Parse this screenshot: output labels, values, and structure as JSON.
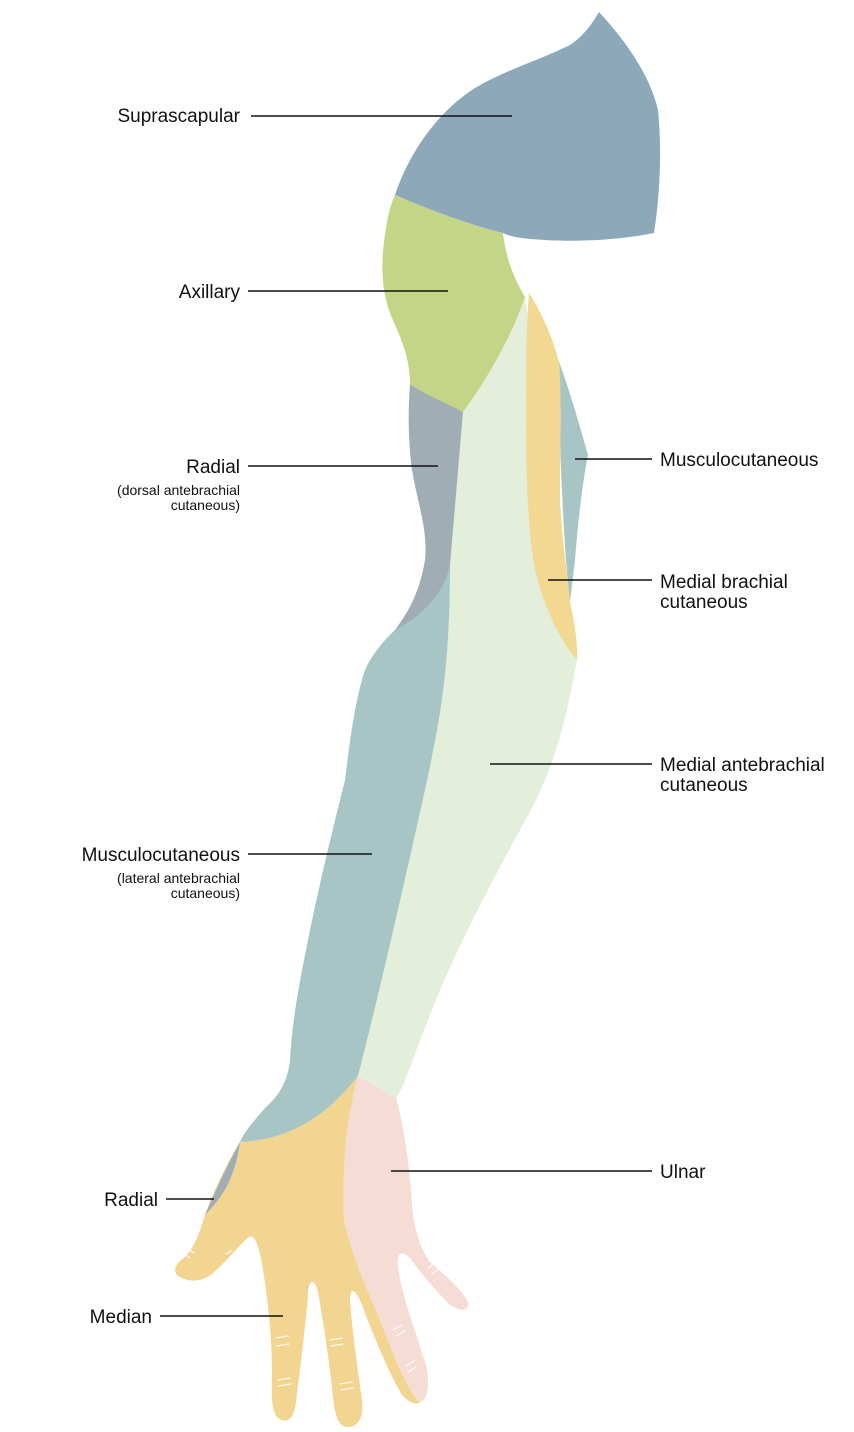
{
  "colors": {
    "suprascapular": "#8DA9B9",
    "axillary": "#C5D588",
    "radial": "#A1ADB4",
    "musculocutaneous": "#A8C5C6",
    "medial_brachial": "#F3D892",
    "medial_antebrachial": "#E3EEDB",
    "median": "#F3D592",
    "ulnar": "#F5DDD5",
    "leader": "#111111"
  },
  "labels": {
    "suprascapular": {
      "title": "Suprascapular"
    },
    "axillary": {
      "title": "Axillary"
    },
    "radial_upper": {
      "title": "Radial",
      "sub1": "(dorsal antebrachial",
      "sub2": "cutaneous)"
    },
    "musculocutaneous_upper": {
      "title": "Musculocutaneous"
    },
    "medial_brachial": {
      "line1": "Medial brachial",
      "line2": "cutaneous"
    },
    "medial_antebrachial": {
      "line1": "Medial antebrachial",
      "line2": "cutaneous"
    },
    "musculocutaneous_lower": {
      "title": "Musculocutaneous",
      "sub1": "(lateral antebrachial",
      "sub2": "cutaneous)"
    },
    "ulnar": {
      "title": "Ulnar"
    },
    "radial_hand": {
      "title": "Radial"
    },
    "median": {
      "title": "Median"
    }
  }
}
